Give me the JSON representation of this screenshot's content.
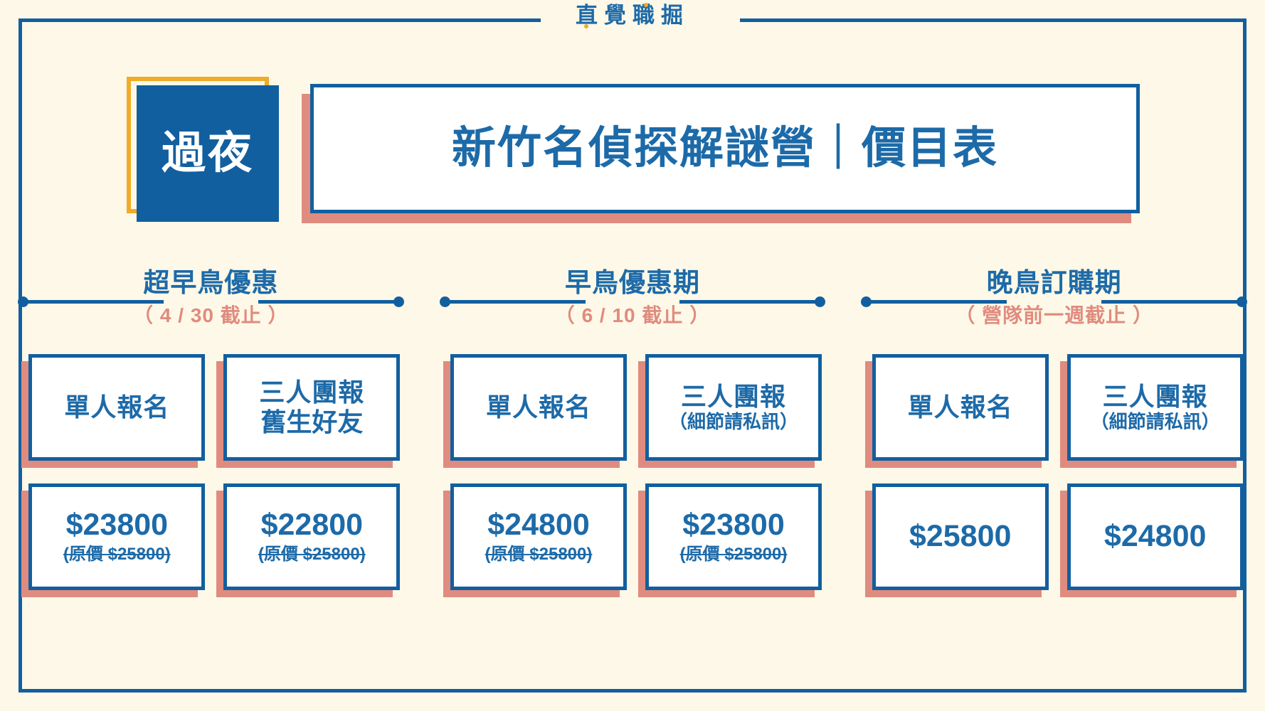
{
  "brand": {
    "text": "直覺職掘",
    "chars": [
      "直",
      "覺",
      "職",
      "掘"
    ],
    "accent_color": "#f0ab28"
  },
  "colors": {
    "background": "#fdf8e7",
    "blue": "#125f9f",
    "blue_text": "#1d6aa8",
    "salmon": "#e08b7f",
    "gold": "#f0ab28",
    "white": "#ffffff"
  },
  "header": {
    "badge_label": "過夜",
    "title": "新竹名偵探解謎營｜價目表"
  },
  "sections": [
    {
      "title": "超早鳥優惠",
      "deadline": "（ 4 / 30 截止 ）",
      "columns": [
        {
          "plan_main": "單人報名",
          "plan_sub": "",
          "plan_sub_emphasis": false,
          "price": "$23800",
          "original_price": "(原價 $25800)"
        },
        {
          "plan_main": "三人團報",
          "plan_sub": "舊生好友",
          "plan_sub_emphasis": true,
          "price": "$22800",
          "original_price": "(原價 $25800)"
        }
      ]
    },
    {
      "title": "早鳥優惠期",
      "deadline": "（ 6 / 10 截止 ）",
      "columns": [
        {
          "plan_main": "單人報名",
          "plan_sub": "",
          "plan_sub_emphasis": false,
          "price": "$24800",
          "original_price": "(原價 $25800)"
        },
        {
          "plan_main": "三人團報",
          "plan_sub": "（細節請私訊）",
          "plan_sub_emphasis": false,
          "price": "$23800",
          "original_price": "(原價 $25800)"
        }
      ]
    },
    {
      "title": "晚鳥訂購期",
      "deadline": "（ 營隊前一週截止 ）",
      "columns": [
        {
          "plan_main": "單人報名",
          "plan_sub": "",
          "plan_sub_emphasis": false,
          "price": "$25800",
          "original_price": ""
        },
        {
          "plan_main": "三人團報",
          "plan_sub": "（細節請私訊）",
          "plan_sub_emphasis": false,
          "price": "$24800",
          "original_price": ""
        }
      ]
    }
  ]
}
